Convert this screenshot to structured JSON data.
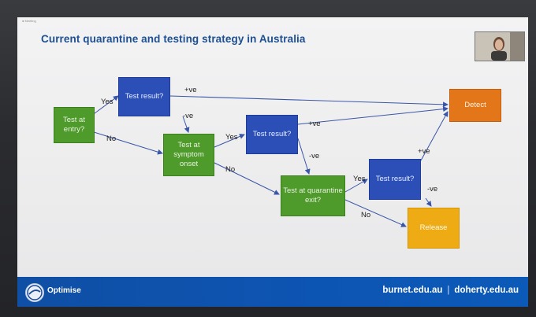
{
  "slide": {
    "title": "Current quarantine and testing strategy in Australia",
    "top_caption": "● Meeting"
  },
  "nodes": {
    "test_at_entry": "Test at entry?",
    "test_result_1": "Test result?",
    "test_at_symptom_onset": "Test at symptom onset",
    "test_result_2": "Test result?",
    "test_at_quarantine_exit": "Test at quarantine exit?",
    "test_result_3": "Test result?",
    "detect": "Detect",
    "release": "Release"
  },
  "edge_labels": {
    "entry_yes": "Yes",
    "entry_no": "No",
    "result1_pos": "+ve",
    "result1_neg": "-ve",
    "symptom_yes": "Yes",
    "symptom_no": "No",
    "result2_pos": "+ve",
    "result2_neg": "-ve",
    "exit_yes": "Yes",
    "exit_no": "No",
    "result3_pos": "+ve",
    "result3_neg": "-ve"
  },
  "footer": {
    "logo_label": "Optimise",
    "link_burnet": "burnet.edu.au",
    "separator": "|",
    "link_doherty": "doherty.edu.au"
  },
  "colors": {
    "title": "#1d4f91",
    "green_node": "#4e9a2a",
    "blue_node": "#2b4fb6",
    "detect": "#e27618",
    "release": "#eeab14",
    "footer": "#0f4fa5",
    "arrow": "#3a56a8"
  }
}
